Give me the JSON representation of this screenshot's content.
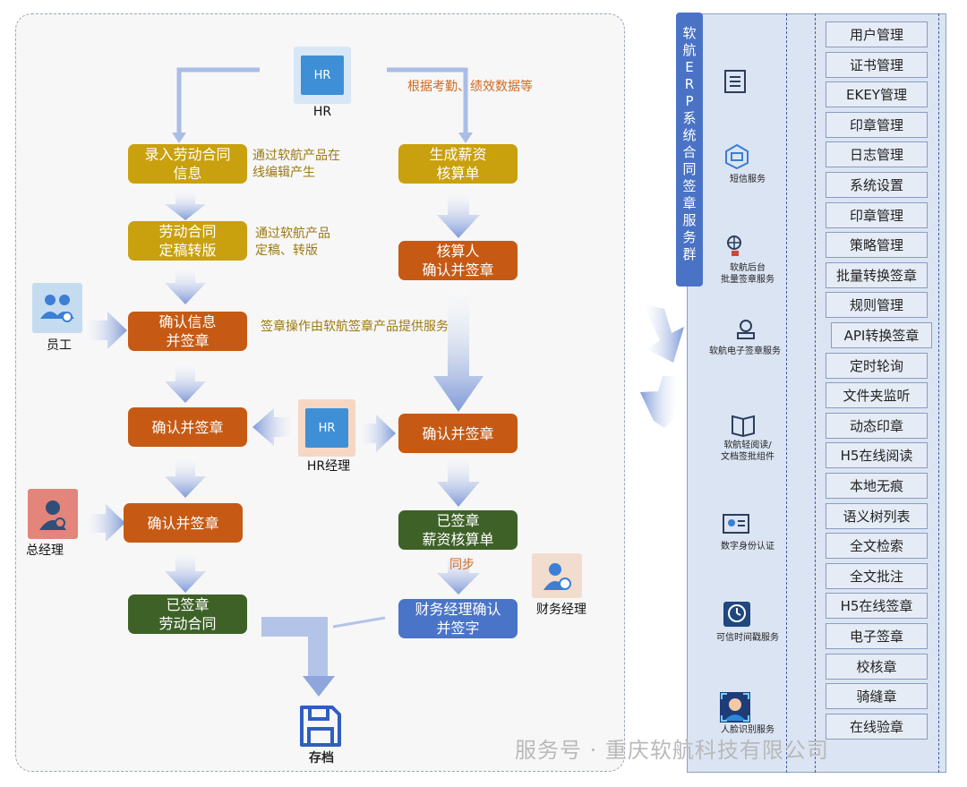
{
  "flow": {
    "hr_label": "HR",
    "hr_icon_text": "HR",
    "note_attendance": "根据考勤、绩效数据等",
    "box_contract_input": "录入劳动合同\n信息",
    "note_online_edit": "通过软航产品在\n线编辑产生",
    "box_contract_final": "劳动合同\n定稿转版",
    "note_finalize": "通过软航产品\n定稿、转版",
    "box_payroll_gen": "生成薪资\n核算单",
    "box_accountant": "核算人\n确认并签章",
    "employee_label": "员工",
    "box_confirm_info": "确认信息\n并签章",
    "note_sign_provider": "签章操作由软航签章产品提供服务",
    "box_confirm_left": "确认并签章",
    "hr_manager_label": "HR经理",
    "box_confirm_right": "确认并签章",
    "gm_label": "总经理",
    "box_confirm_gm": "确认并签章",
    "box_signed_payroll": "已签章\n薪资核算单",
    "note_sync": "同步",
    "finance_label": "财务经理",
    "box_finance": "财务经理确认\n并签字",
    "box_signed_contract": "已签章\n劳动合同",
    "archive_label": "存档"
  },
  "right": {
    "title_chars": [
      "软",
      "航",
      "E",
      "R",
      "P",
      "系",
      "统",
      "合",
      "同",
      "签",
      "章",
      "服",
      "务",
      "群"
    ],
    "services": [
      {
        "label": "",
        "icon": "document-list-icon"
      },
      {
        "label": "短信服务",
        "icon": "sms-service-icon"
      },
      {
        "label": "软航后台\n批量签章服务",
        "icon": "batch-sign-icon"
      },
      {
        "label": "软航电子签章服务",
        "icon": "e-seal-icon"
      },
      {
        "label": "软航轻阅读/\n文档签批组件",
        "icon": "book-reader-icon"
      },
      {
        "label": "数字身份认证",
        "icon": "id-card-icon"
      },
      {
        "label": "可信时间戳服务",
        "icon": "timestamp-icon"
      },
      {
        "label": "人脸识别服务",
        "icon": "face-recognition-icon"
      }
    ],
    "modules": [
      "用户管理",
      "证书管理",
      "EKEY管理",
      "印章管理",
      "日志管理",
      "系统设置",
      "印章管理",
      "策略管理",
      "批量转换签章",
      "规则管理",
      "API转换签章",
      "定时轮询",
      "文件夹监听",
      "动态印章",
      "H5在线阅读",
      "本地无痕",
      "语义树列表",
      "全文检索",
      "全文批注",
      "H5在线签章",
      "电子签章",
      "校核章",
      "骑缝章",
      "在线验章"
    ]
  },
  "watermark": "服务号 · 重庆软航科技有限公司",
  "colors": {
    "gold": "#c9a00e",
    "orange": "#c65a14",
    "green": "#3e6128",
    "blue": "#4a74c7",
    "arrow": "#9fb4e3"
  }
}
